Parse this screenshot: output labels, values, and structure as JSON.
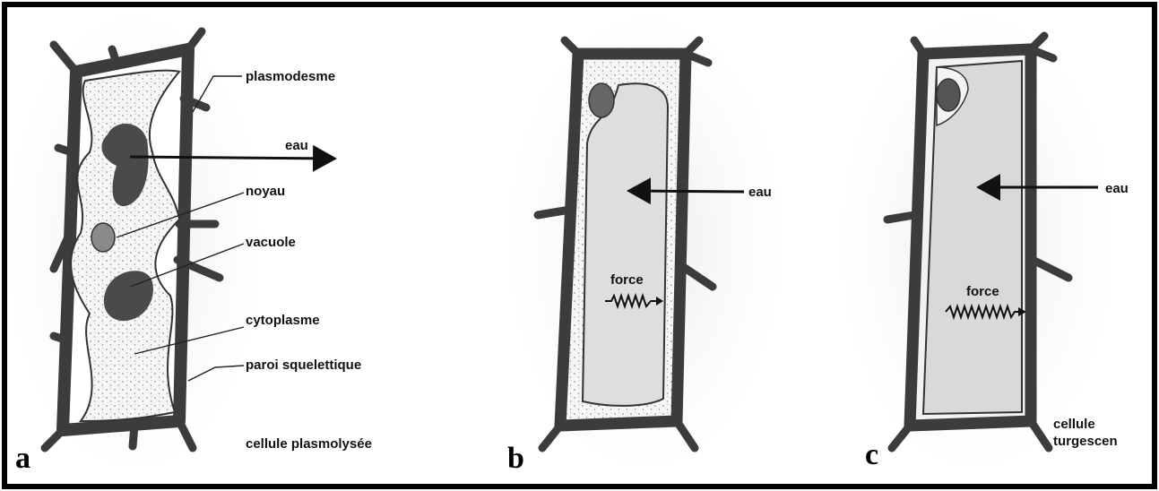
{
  "figure": {
    "colors": {
      "frame": "#000000",
      "wall": "#3c3c3c",
      "wall_light": "#6e6e6e",
      "cytoplasm": "#f4f4f4",
      "vacuole_dark": "#4a4a4a",
      "vacuole_light": "#dcdcdc",
      "background": "#ffffff"
    },
    "panels": [
      {
        "letter": "a",
        "caption": "cellule plasmolysée",
        "labels": {
          "plasmodesme": "plasmodesme",
          "eau": "eau",
          "noyau": "noyau",
          "vacuole": "vacuole",
          "cytoplasme": "cytoplasme",
          "paroi": "paroi squelettique"
        }
      },
      {
        "letter": "b",
        "labels": {
          "eau": "eau",
          "force": "force"
        }
      },
      {
        "letter": "c",
        "caption_line1": "cellule",
        "caption_line2": "turgescen",
        "labels": {
          "eau": "eau",
          "force": "force"
        }
      }
    ]
  }
}
